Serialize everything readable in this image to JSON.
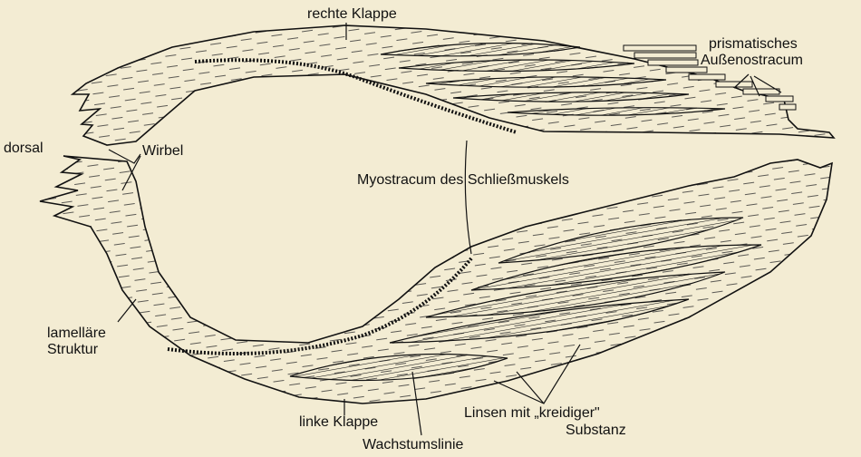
{
  "labels": {
    "rechte_klappe": "rechte Klappe",
    "prismatisches": "prismatisches",
    "aussenostracum": "Außenostracum",
    "dorsal": "dorsal",
    "wirbel": "Wirbel",
    "myostracum": "Myostracum des Schließmuskels",
    "lamellaere": "lamelläre",
    "struktur": "Struktur",
    "linke_klappe": "linke Klappe",
    "linsen": "Linsen mit „kreidiger\"",
    "substanz": "Substanz",
    "wachstumslinie": "Wachstumslinie"
  },
  "colors": {
    "background": "#f3ecd3",
    "ink": "#111111"
  }
}
